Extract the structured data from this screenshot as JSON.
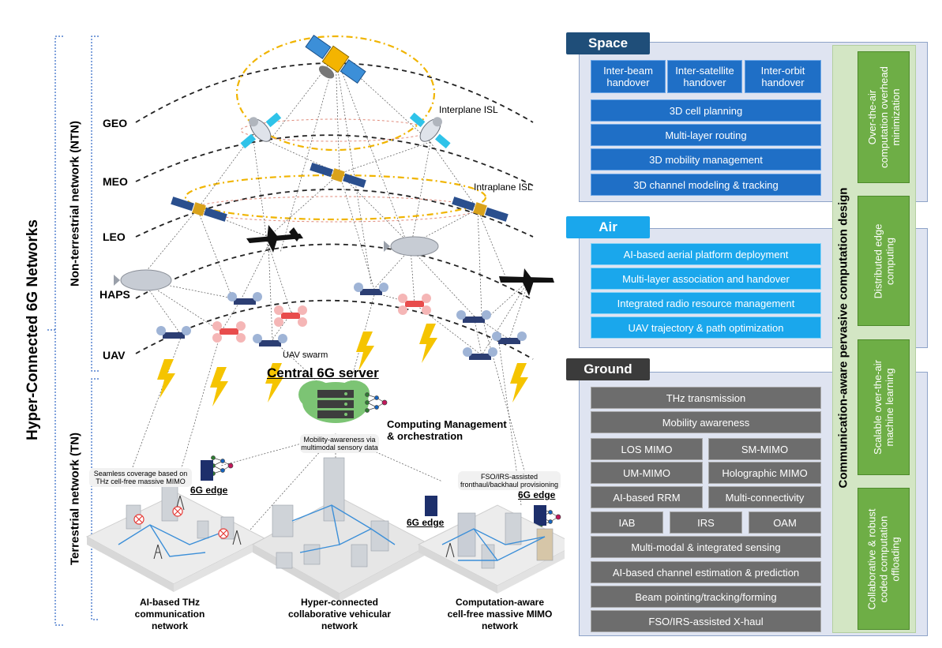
{
  "title": "Hyper-Connected 6G Networks",
  "left": {
    "ntn_label": "Non-terrestrial network (NTN)",
    "tn_label": "Terrestrial network (TN)",
    "orbits": [
      "GEO",
      "MEO",
      "LEO",
      "HAPS",
      "UAV"
    ],
    "interplane": "Interplane ISL",
    "intraplane": "Intraplane ISL",
    "uav_swarm": "UAV swarm",
    "central_server": "Central 6G server",
    "computing": "Computing Management\n& orchestration",
    "mobility_note": "Mobility-awareness via\nmultimodal sensory data",
    "seamless_note": "Seamless coverage based on\nTHz cell-free massive MIMO",
    "fso_note": "FSO/IRS-assisted\nfronthaul/backhaul provisioning",
    "edge1": "6G edge",
    "edge2": "6G edge",
    "edge3": "6G edge",
    "net1": "AI-based THz\ncommunication\nnetwork",
    "net2": "Hyper-connected\ncollaborative vehicular\nnetwork",
    "net3": "Computation-aware\ncell-free massive MIMO\nnetwork"
  },
  "space": {
    "header": "Space",
    "row1": [
      "Inter-beam\nhandover",
      "Inter-satellite\nhandover",
      "Inter-orbit\nhandover"
    ],
    "items": [
      "3D cell planning",
      "Multi-layer routing",
      "3D mobility management",
      "3D channel modeling & tracking"
    ]
  },
  "air": {
    "header": "Air",
    "items": [
      "AI-based aerial platform deployment",
      "Multi-layer association and handover",
      "Integrated radio resource management",
      "UAV trajectory & path optimization"
    ]
  },
  "ground": {
    "header": "Ground",
    "items_top": [
      "THz transmission",
      "Mobility awareness"
    ],
    "pairs": [
      [
        "LOS MIMO",
        "SM-MIMO"
      ],
      [
        "UM-MIMO",
        "Holographic MIMO"
      ],
      [
        "AI-based RRM",
        "Multi-connectivity"
      ]
    ],
    "triple": [
      "IAB",
      "IRS",
      "OAM"
    ],
    "items_bottom": [
      "Multi-modal & integrated sensing",
      "AI-based channel estimation & prediction",
      "Beam pointing/tracking/forming",
      "FSO/IRS-assisted X-haul"
    ]
  },
  "side": {
    "title": "Communication-aware pervasive computation design",
    "boxes": [
      "Over-the-air\ncomputation overhead\nminimization",
      "Distributed edge\ncomputing",
      "Scalable over-the-air\nmachine learning",
      "Collaborative & robust\ncoded computation\noffloading"
    ]
  },
  "colors": {
    "space_header": "#1f4e79",
    "space_box": "#1f6fc6",
    "air_header": "#1aa7ec",
    "air_box": "#1aa7ec",
    "ground_header": "#3b3b3b",
    "ground_box": "#6d6d6d",
    "green": "#6eae46",
    "lightning": "#f5c400",
    "orbit_dash": "#222222",
    "isl": "#f0b400"
  }
}
